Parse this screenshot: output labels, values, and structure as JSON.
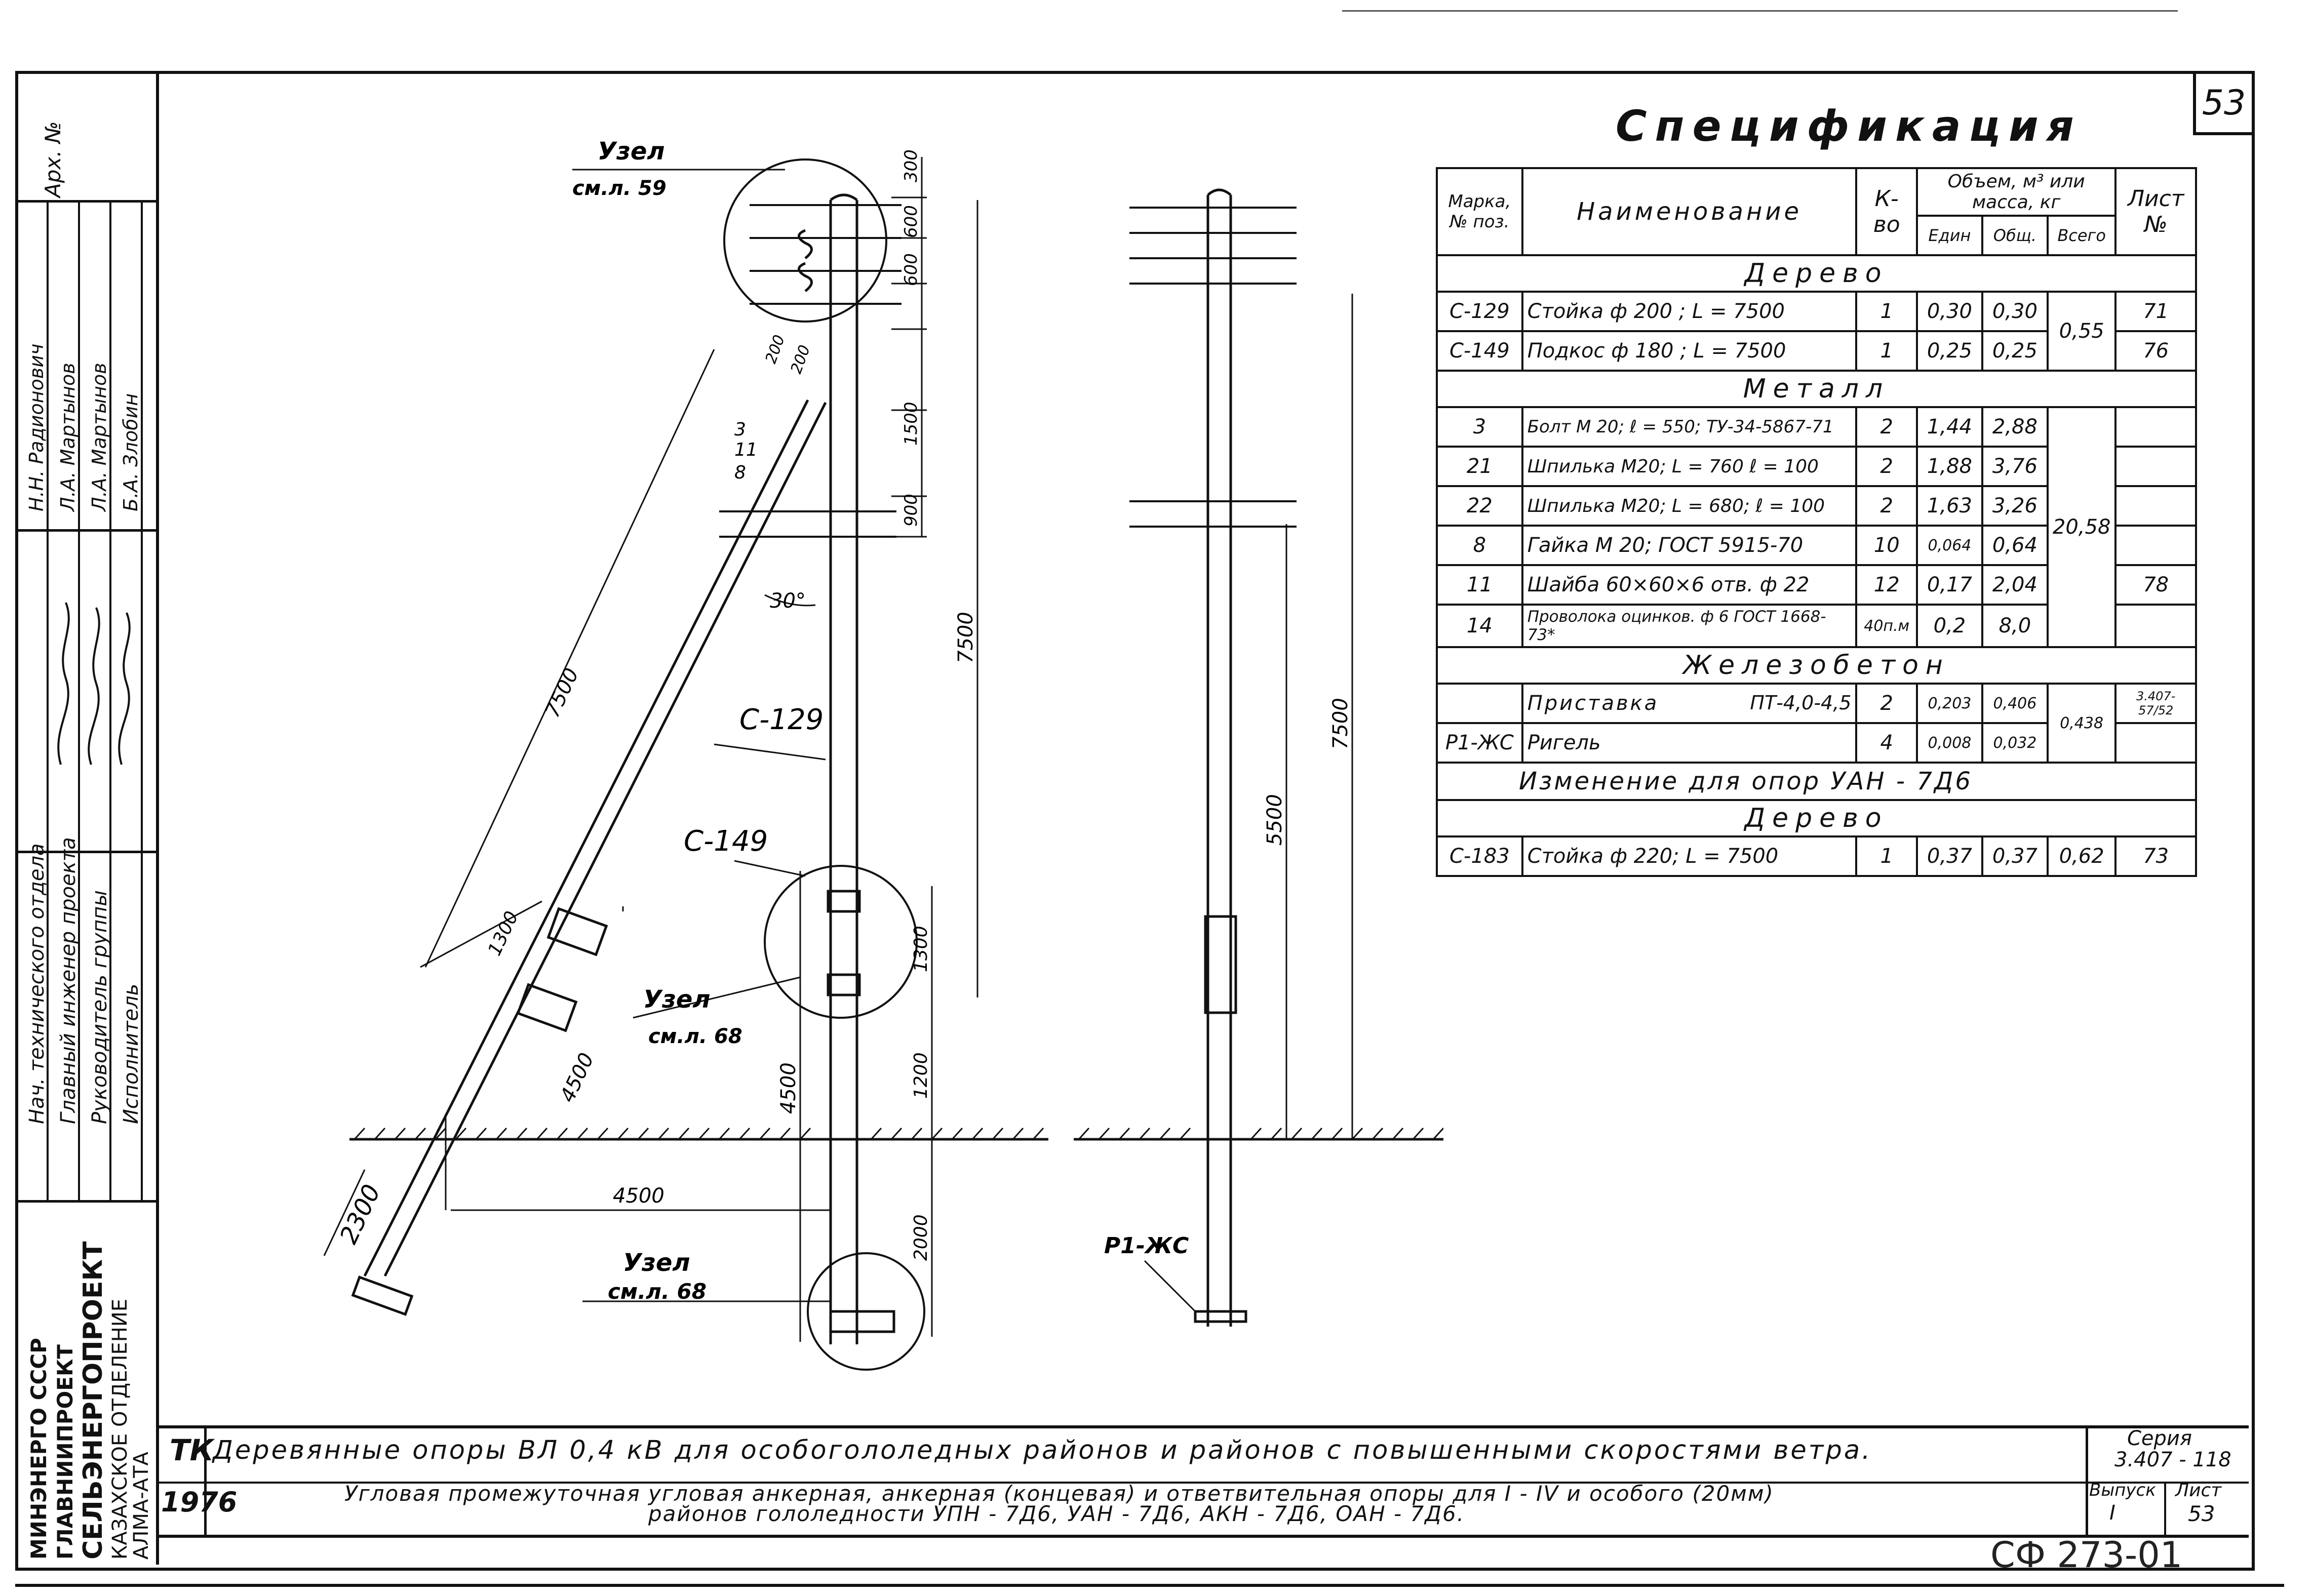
{
  "sheet": {
    "page_number": "53",
    "stamp": "СФ 273-01"
  },
  "left_strip": {
    "arch_no": "Арх. №",
    "names": [
      "Н.Н. Радионович",
      "Л.А. Мартынов",
      "Л.А. Мартынов",
      "Б.А. Злобин"
    ],
    "roles": [
      "Нач. технического отдела",
      "Главный инженер проекта",
      "Руководитель группы",
      "Исполнитель"
    ],
    "org_lines": [
      "МИНЭНЕРГО СССР",
      "ГЛАВНИИПРОЕКТ",
      "СЕЛЬЭНЕРГОПРОЕКТ",
      "КАЗАХСКОЕ ОТДЕЛЕНИЕ",
      "АЛМА-АТА"
    ]
  },
  "title_block": {
    "code": "ТК",
    "year": "1976",
    "title_main": "Деревянные опоры ВЛ 0,4 кВ для особогололедных районов и районов с повышенными скоростями ветра.",
    "subtitle_line1": "Угловая промежуточная угловая анкерная, анкерная (концевая) и ответвительная опоры для I - IV и особого (20мм)",
    "subtitle_line2": "районов гололедности УПН - 7Д6, УАН - 7Д6, АКН - 7Д6, ОАН - 7Д6.",
    "series_label": "Серия",
    "series_value": "3.407 - 118",
    "issue_label": "Выпуск",
    "issue_value": "I",
    "sheet_label": "Лист",
    "sheet_value": "53"
  },
  "spec": {
    "title": "Спецификация",
    "headers": {
      "mark": "Марка, № поз.",
      "name": "Наименование",
      "qty": "К-во",
      "volume": "Объем, м³ или масса, кг",
      "unit": "Един",
      "total": "Общ.",
      "all": "Всего",
      "sheet": "Лист №"
    },
    "sections": [
      {
        "title": "Дерево",
        "rows": [
          {
            "mark": "С-129",
            "name": "Стойка  ф 200 ;  L = 7500",
            "qty": "1",
            "unit": "0,30",
            "total": "0,30",
            "sheet": "71"
          },
          {
            "mark": "С-149",
            "name": "Подкос  ф 180 ;  L = 7500",
            "qty": "1",
            "unit": "0,25",
            "total": "0,25",
            "sheet": "76"
          }
        ],
        "all": "0,55"
      },
      {
        "title": "Металл",
        "rows": [
          {
            "mark": "3",
            "name": "Болт М 20; ℓ = 550; ТУ-34-5867-71",
            "qty": "2",
            "unit": "1,44",
            "total": "2,88",
            "sheet": ""
          },
          {
            "mark": "21",
            "name": "Шпилька М20; L = 760  ℓ = 100",
            "qty": "2",
            "unit": "1,88",
            "total": "3,76",
            "sheet": ""
          },
          {
            "mark": "22",
            "name": "Шпилька М20; L = 680; ℓ = 100",
            "qty": "2",
            "unit": "1,63",
            "total": "3,26",
            "sheet": ""
          },
          {
            "mark": "8",
            "name": "Гайка М 20; ГОСТ 5915-70",
            "qty": "10",
            "unit": "0,064",
            "total": "0,64",
            "sheet": ""
          },
          {
            "mark": "11",
            "name": "Шайба 60×60×6  отв. ф 22",
            "qty": "12",
            "unit": "0,17",
            "total": "2,04",
            "sheet": "78"
          },
          {
            "mark": "14",
            "name": "Проволока оцинков. ф 6 ГОСТ 1668-73*",
            "qty": "40п.м",
            "unit": "0,2",
            "total": "8,0",
            "sheet": ""
          }
        ],
        "all": "20,58"
      },
      {
        "title": "Железобетон",
        "rows": [
          {
            "mark": "",
            "name": "Приставка",
            "name_right": "ПТ-4,0-4,5",
            "qty": "2",
            "unit": "0,203",
            "total": "0,406",
            "sheet": "3.407-57/52"
          },
          {
            "mark": "Р1-ЖС",
            "name": "Ригель",
            "qty": "4",
            "unit": "0,008",
            "total": "0,032",
            "sheet": ""
          }
        ],
        "all": "0,438"
      }
    ],
    "change_title": "Изменение для опор УАН - 7Д6",
    "change_section": {
      "title": "Дерево",
      "rows": [
        {
          "mark": "С-183",
          "name": "Стойка  ф 220;  L = 7500",
          "qty": "1",
          "unit": "0,37",
          "total": "0,37",
          "all": "0,62",
          "sheet": "73"
        }
      ]
    }
  },
  "drawing": {
    "node_top": "Узел",
    "node_top_ref": "см.л. 59",
    "node_mid": "Узел",
    "node_mid_ref": "см.л. 68",
    "node_bot": "Узел",
    "node_bot_ref": "см.л. 68",
    "pole_label": "С-129",
    "strut_label": "С-149",
    "crossbar_label": "Р1-ЖС",
    "angle": "30°",
    "callout_3": "3",
    "callout_11": "11",
    "callout_8": "8",
    "dims": {
      "d300": "300",
      "d600a": "600",
      "d600b": "600",
      "d200a": "200",
      "d200b": "200",
      "d1500": "1500",
      "d900": "900",
      "d7500_strut": "7500",
      "d7500_pole": "7500",
      "d1300a": "1300",
      "d1300b": "1300",
      "d4500_strut": "4500",
      "d4500_h": "4500",
      "d4500_v": "4500",
      "d1200": "1200",
      "d2000": "2000",
      "d2300": "2300",
      "d7500_side": "7500",
      "d5500_side": "5500"
    }
  }
}
